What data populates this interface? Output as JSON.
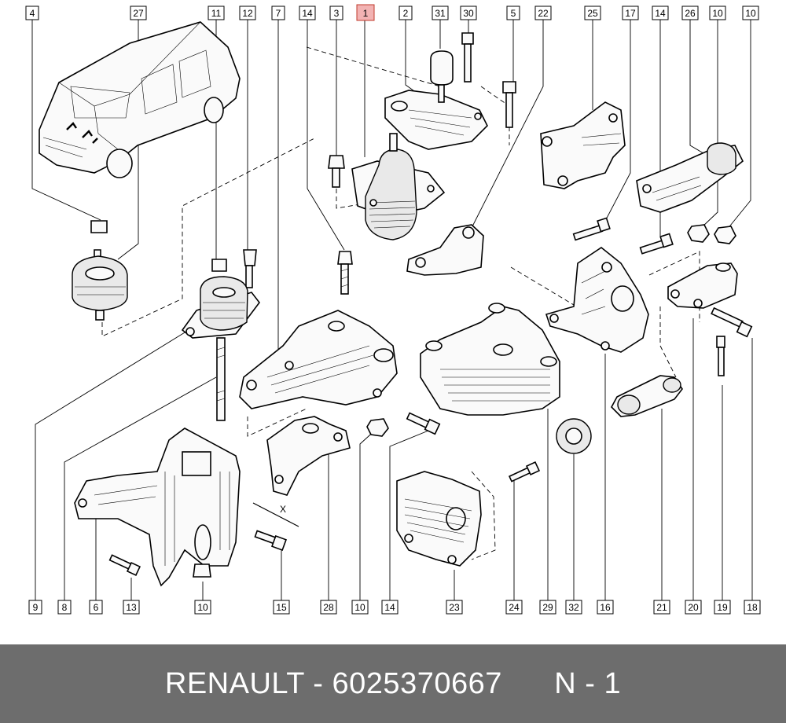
{
  "top_callouts": [
    "4",
    "27",
    "11",
    "12",
    "7",
    "14",
    "3",
    "1",
    "2",
    "31",
    "30",
    "5",
    "22",
    "25",
    "17",
    "14",
    "26",
    "10",
    "10"
  ],
  "bottom_callouts": [
    "9",
    "8",
    "6",
    "13",
    "10",
    "15",
    "28",
    "10",
    "14",
    "23",
    "24",
    "29",
    "32",
    "16",
    "21",
    "20",
    "19",
    "18"
  ],
  "side_callouts": [
    "X"
  ],
  "highlight_callout": "1",
  "footer": {
    "brand": "RENAULT",
    "part_number": "6025370667",
    "separator": " - ",
    "note": "N - 1"
  }
}
